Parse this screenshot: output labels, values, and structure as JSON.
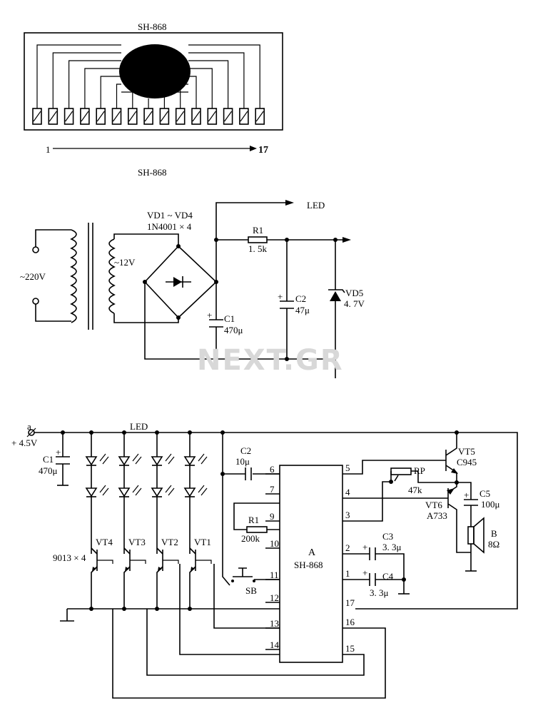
{
  "package": {
    "title_top": "SH-868",
    "title_bottom": "SH-868",
    "pin_first": "1",
    "pin_last": "17"
  },
  "power": {
    "bridge": "VD1 ~ VD4",
    "bridge_part": "1N4001 × 4",
    "mains": "~220V",
    "secondary": "~12V",
    "led_out": "LED",
    "r1": "R1",
    "r1_val": "1. 5k",
    "c1": "C1",
    "c1_val": "470μ",
    "c2": "C2",
    "c2_val": "47μ",
    "vd5": "VD5",
    "vd5_val": "4. 7V",
    "watermark": "NEXT.GR"
  },
  "main": {
    "node_a": "a",
    "supply": "+ 4.5V",
    "c1": "C1",
    "c1_val": "470μ",
    "led": "LED",
    "c2": "C2",
    "c2_val": "10μ",
    "r1": "R1",
    "r1_val": "200k",
    "sb": "SB",
    "ic_a": "A",
    "ic_name": "SH-868",
    "vt1": "VT1",
    "vt2": "VT2",
    "vt3": "VT3",
    "vt4": "VT4",
    "transistors": "9013 × 4",
    "vt5": "VT5",
    "vt5_part": "C945",
    "vt6": "VT6",
    "vt6_part": "A733",
    "rp": "RP",
    "rp_val": "47k",
    "c3": "C3",
    "c3_val": "3. 3μ",
    "c4": "C4",
    "c4_val": "3. 3μ",
    "c5": "C5",
    "c5_val": "100μ",
    "speaker": "B",
    "speaker_val": "8Ω",
    "pins_left": [
      "6",
      "7",
      "9",
      "10",
      "11",
      "12",
      "13",
      "14"
    ],
    "pins_right": [
      "5",
      "4",
      "3",
      "2",
      "1",
      "17",
      "16",
      "15"
    ]
  }
}
